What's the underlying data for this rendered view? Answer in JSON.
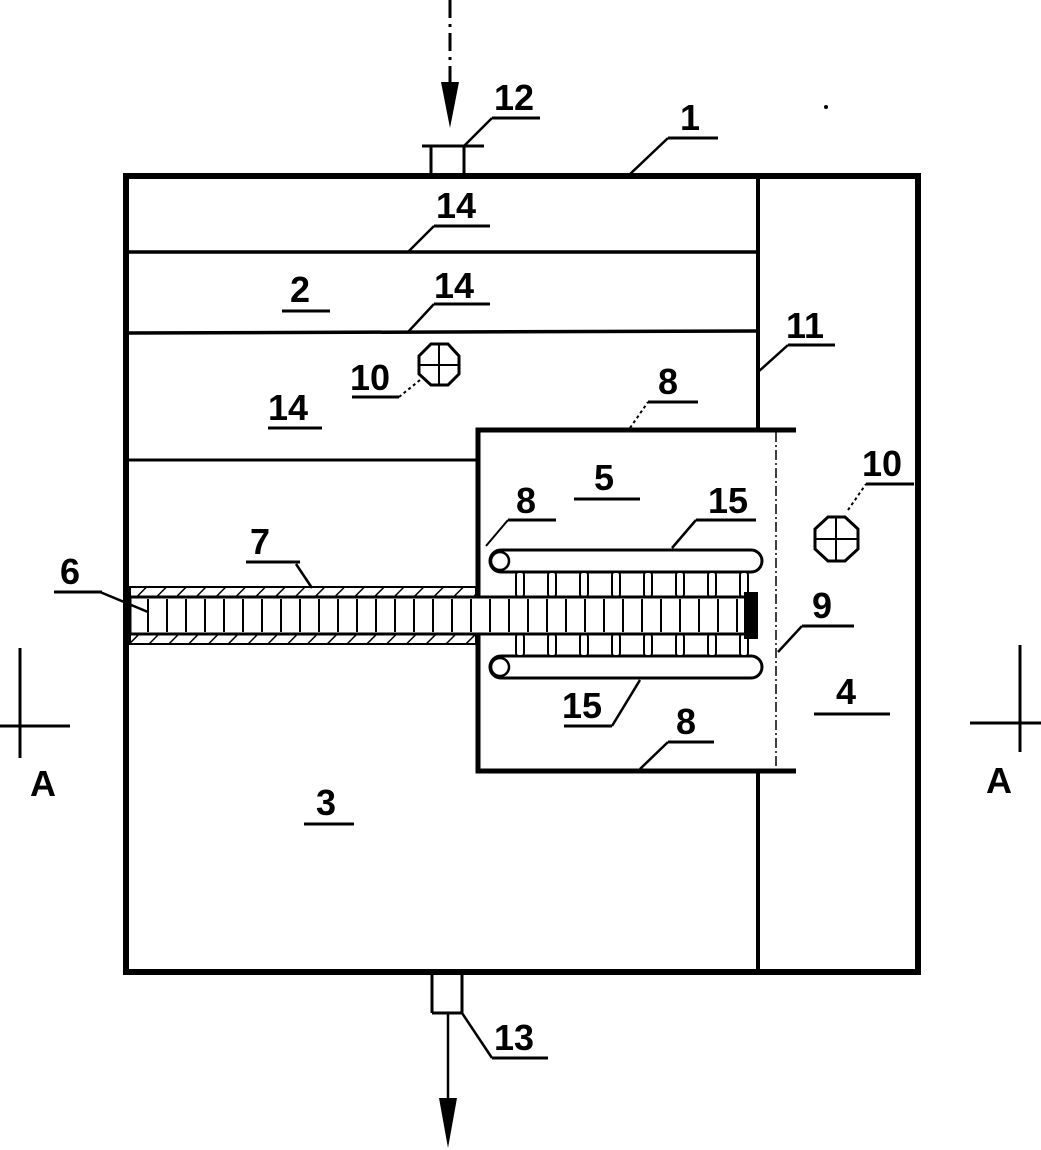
{
  "diagram": {
    "labels": {
      "housing": "1",
      "chamber_2": "2",
      "chamber_3": "3",
      "chamber_4": "4",
      "chamber_5": "5",
      "element_6": "6",
      "sleeve_7": "7",
      "wall_8_top": "8",
      "wall_8_left": "8",
      "wall_8_bottom": "8",
      "line_9": "9",
      "port_10_left": "10",
      "port_10_right": "10",
      "partition_11": "11",
      "inlet_12": "12",
      "outlet_13": "13",
      "layer_14_a": "14",
      "layer_14_b": "14",
      "layer_14_c": "14",
      "tube_15_top": "15",
      "tube_15_bottom": "15",
      "section_left": "A",
      "section_right": "A"
    }
  }
}
